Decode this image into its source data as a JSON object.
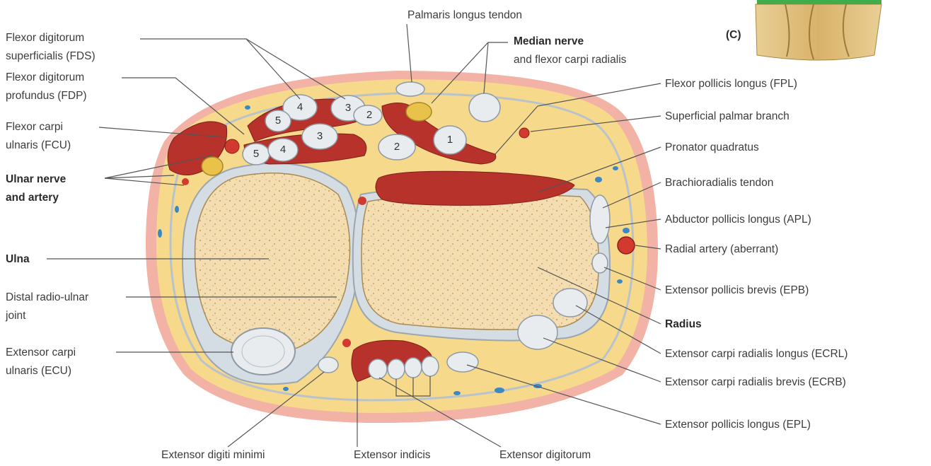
{
  "panel_letter": "(C)",
  "labels": {
    "fds_1": "Flexor digitorum",
    "fds_2": "superficialis (FDS)",
    "fdp_1": "Flexor digitorum",
    "fdp_2": "profundus (FDP)",
    "fcu_1": "Flexor carpi",
    "fcu_2": "ulnaris (FCU)",
    "ulnar_1": "Ulnar nerve",
    "ulnar_2": "and artery",
    "ulna": "Ulna",
    "druj_1": "Distal radio-ulnar",
    "druj_2": "joint",
    "ecu_1": "Extensor carpi",
    "ecu_2": "ulnaris (ECU)",
    "palmaris": "Palmaris longus tendon",
    "median_1": "Median nerve",
    "median_2": "and flexor carpi radialis",
    "fpl": "Flexor pollicis longus (FPL)",
    "spb": "Superficial palmar branch",
    "pq": "Pronator quadratus",
    "br": "Brachioradialis tendon",
    "apl": "Abductor pollicis longus (APL)",
    "radial_artery": "Radial artery (aberrant)",
    "epb": "Extensor pollicis brevis (EPB)",
    "radius": "Radius",
    "ecrl": "Extensor carpi radialis longus (ECRL)",
    "ecrb": "Extensor carpi radialis brevis (ECRB)",
    "epl": "Extensor pollicis longus (EPL)",
    "edm": "Extensor digiti minimi",
    "ei": "Extensor indicis",
    "ed": "Extensor digitorum"
  },
  "tendon_numbers": {
    "fds_a": "4",
    "fds_b": "3",
    "fds_c": "2",
    "fds_d": "5",
    "fdp_a": "5",
    "fdp_b": "4",
    "fdp_c": "3",
    "fdp_d": "2",
    "fpl_n": "1"
  },
  "colors": {
    "skin": "#f2b3a6",
    "fat": "#f6d98a",
    "fascia": "#d5dde4",
    "bone": "#f4ddb0",
    "muscle": "#b8322c",
    "artery": "#d23a30",
    "vein": "#3b88c4",
    "tendon": "#e8ecef"
  }
}
